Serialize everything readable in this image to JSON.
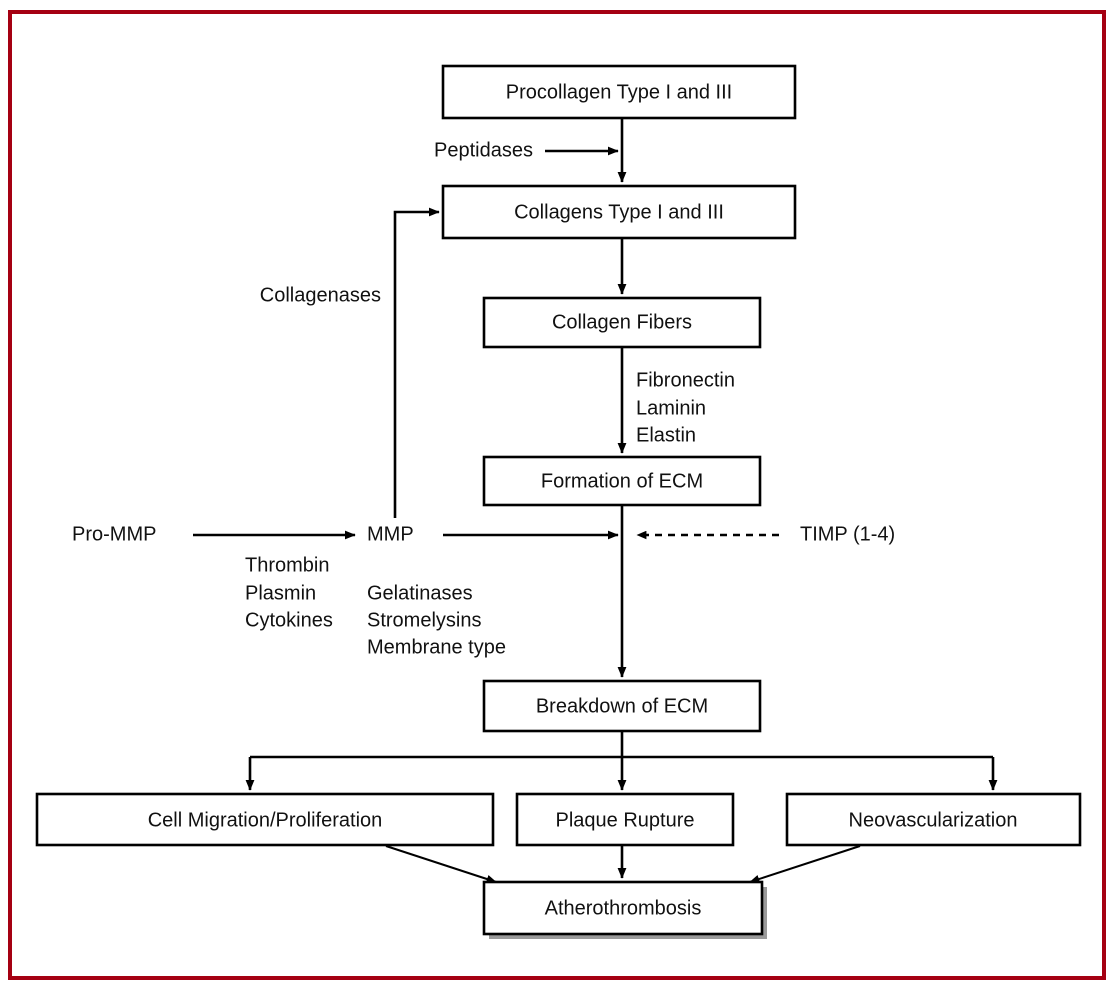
{
  "figure": {
    "type": "flowchart",
    "frame_color": "#a50012",
    "background": "#ffffff",
    "line_color": "#000000"
  },
  "nodes": {
    "procollagen": "Procollagen Type I and III",
    "collagens": "Collagens Type I and III",
    "collagen_fibers": "Collagen Fibers",
    "formation_ecm": "Formation of ECM",
    "breakdown_ecm": "Breakdown of ECM",
    "cell_migration": "Cell Migration/Proliferation",
    "plaque_rupture": "Plaque Rupture",
    "neovascularization": "Neovascularization",
    "atherothrombosis": "Atherothrombosis"
  },
  "free_labels": {
    "peptidases": "Peptidases",
    "collagenases": "Collagenases",
    "pro_mmp": "Pro-MMP",
    "mmp": "MMP",
    "timp": "TIMP (1-4)",
    "activators": [
      "Thrombin",
      "Plasmin",
      "Cytokines"
    ],
    "mmp_types": [
      "Gelatinases",
      "Stromelysins",
      "Membrane type"
    ],
    "ecm_components": [
      "Fibronectin",
      "Laminin",
      "Elastin"
    ]
  },
  "edges": [
    {
      "from": "procollagen",
      "to": "collagens",
      "label": "Peptidases",
      "style": "solid"
    },
    {
      "from": "collagens",
      "to": "collagen_fibers",
      "style": "solid"
    },
    {
      "from": "collagen_fibers",
      "to": "formation_ecm",
      "label": "Fibronectin / Laminin / Elastin",
      "style": "solid"
    },
    {
      "from": "mmp",
      "to": "collagens",
      "label": "Collagenases",
      "style": "solid"
    },
    {
      "from": "pro_mmp",
      "to": "mmp",
      "label": "Thrombin / Plasmin / Cytokines",
      "style": "solid"
    },
    {
      "from": "mmp",
      "to": "ecm_axis",
      "style": "solid"
    },
    {
      "from": "timp",
      "to": "ecm_axis",
      "style": "dashed"
    },
    {
      "from": "formation_ecm",
      "to": "breakdown_ecm",
      "style": "solid"
    },
    {
      "from": "breakdown_ecm",
      "to": "cell_migration",
      "style": "solid"
    },
    {
      "from": "breakdown_ecm",
      "to": "plaque_rupture",
      "style": "solid"
    },
    {
      "from": "breakdown_ecm",
      "to": "neovascularization",
      "style": "solid"
    },
    {
      "from": "cell_migration",
      "to": "atherothrombosis",
      "style": "solid"
    },
    {
      "from": "plaque_rupture",
      "to": "atherothrombosis",
      "style": "solid"
    },
    {
      "from": "neovascularization",
      "to": "atherothrombosis",
      "style": "solid"
    }
  ]
}
